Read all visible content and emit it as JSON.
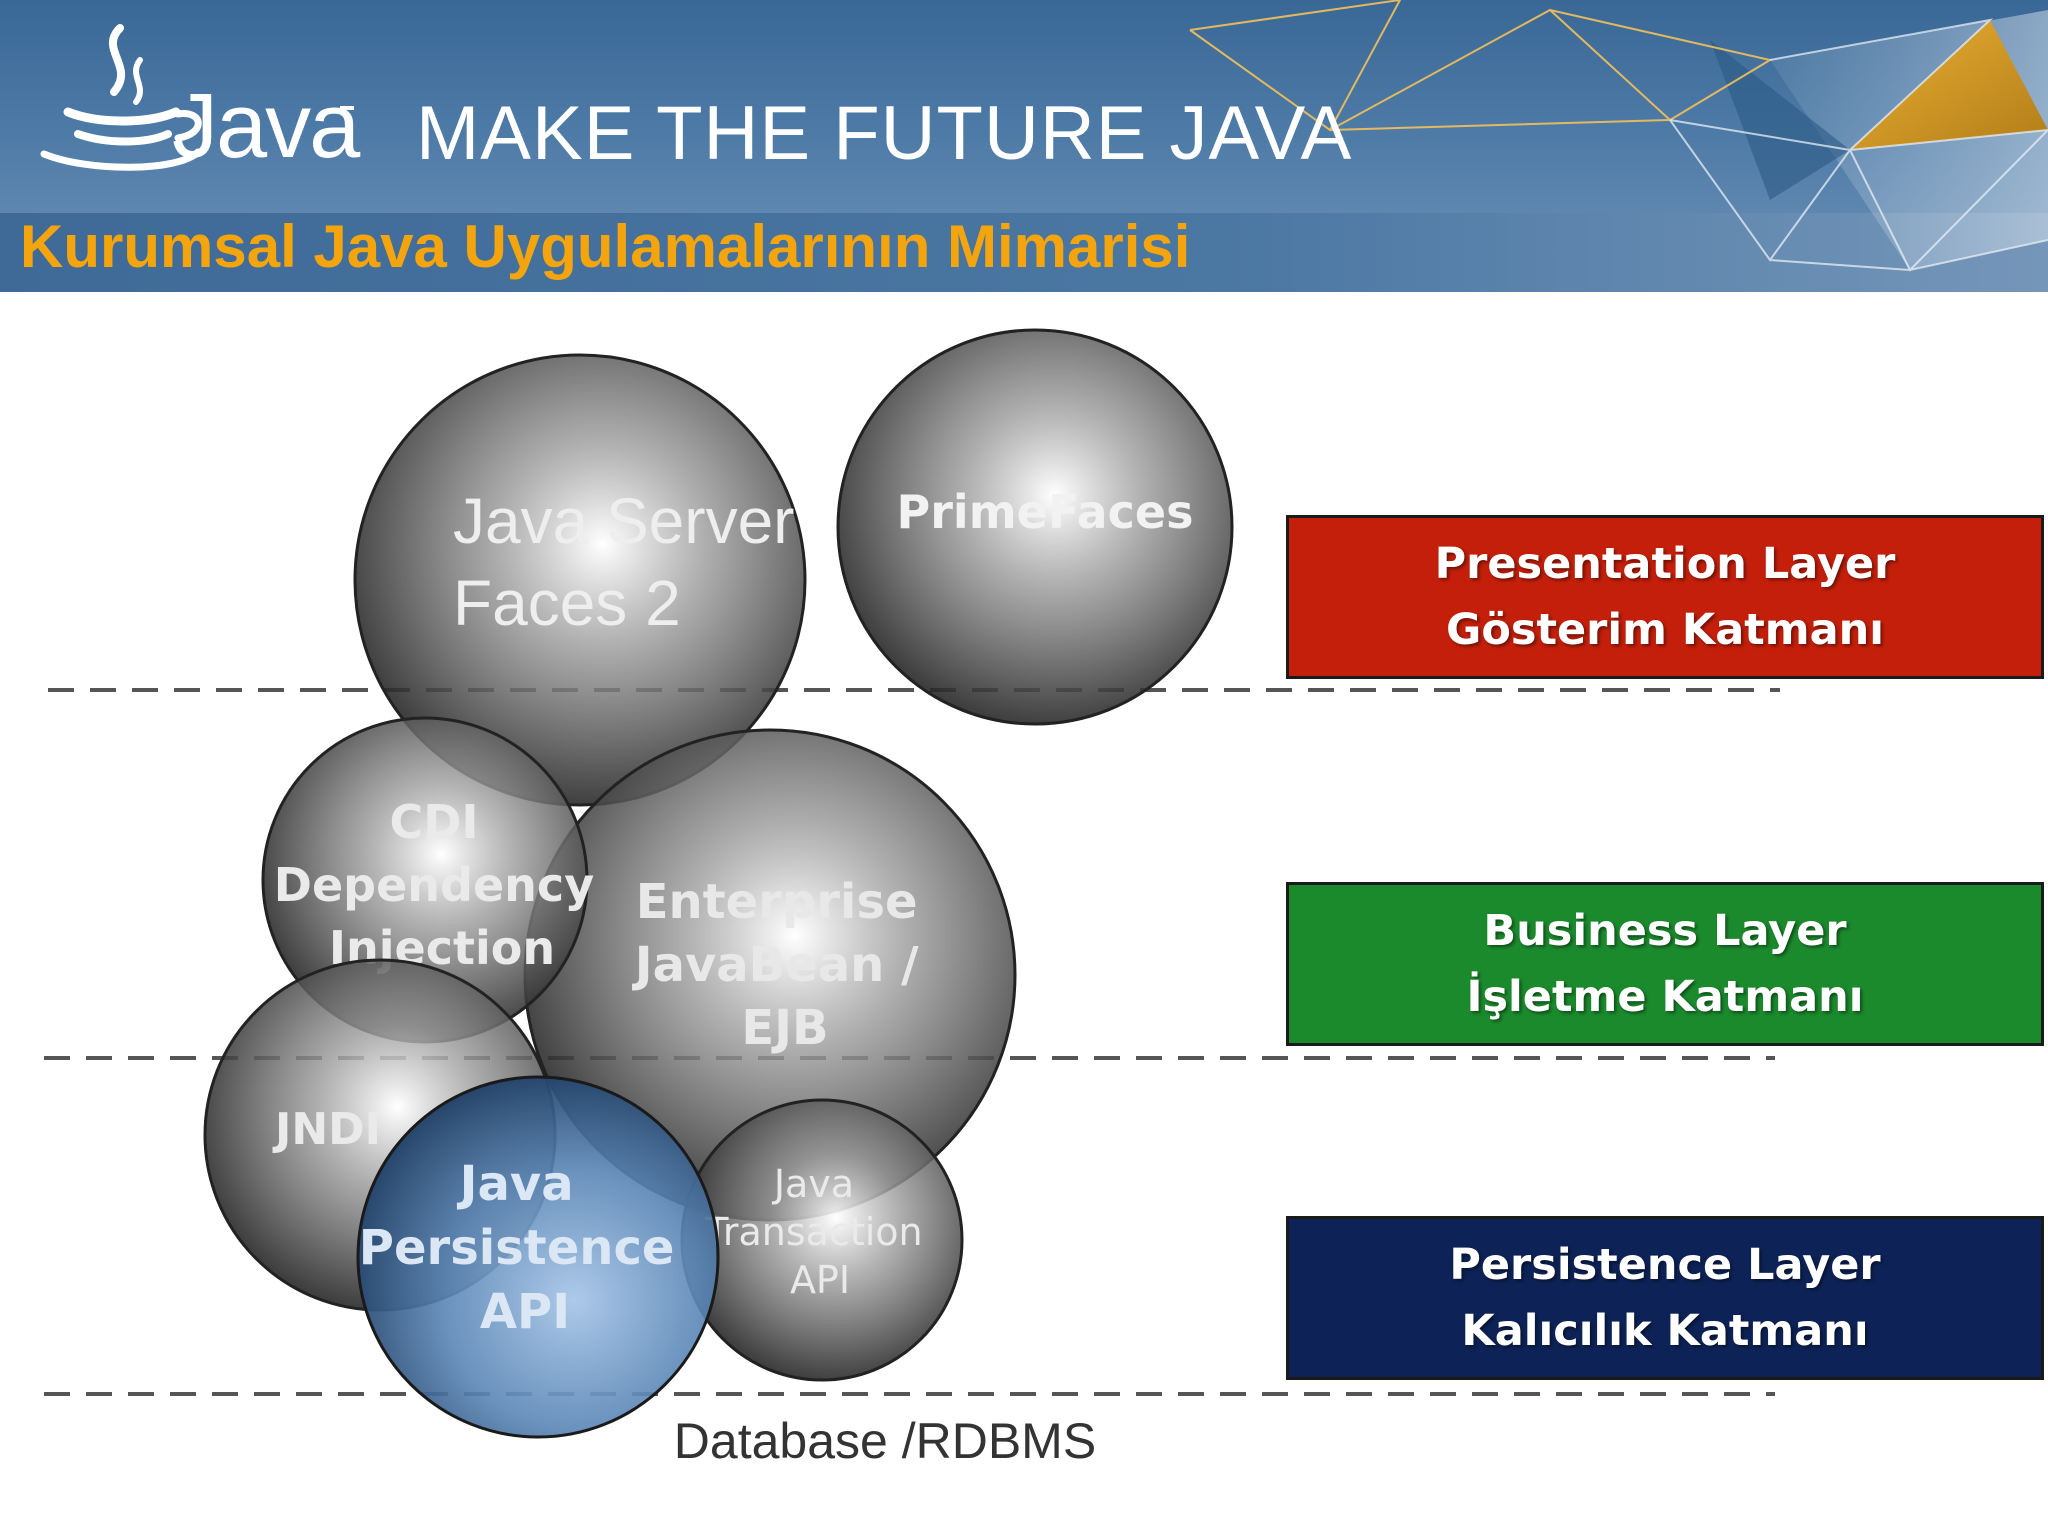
{
  "header": {
    "logo_text": "Java",
    "tagline": "MAKE THE FUTURE JAVA",
    "title": "Kurumsal Java Uygulamalarının Mimarisi"
  },
  "diagram": {
    "circles": [
      {
        "id": "jsf",
        "lines": [
          "Java Server",
          "Faces 2"
        ]
      },
      {
        "id": "primefaces",
        "lines": [
          "PrimeFaces"
        ]
      },
      {
        "id": "cdi",
        "lines": [
          "CDI",
          "Dependency",
          "Injection"
        ]
      },
      {
        "id": "ejb",
        "lines": [
          "Enterprise",
          "JavaBean /",
          "EJB"
        ]
      },
      {
        "id": "jndi",
        "lines": [
          "JNDI"
        ]
      },
      {
        "id": "jta",
        "lines": [
          "Java",
          "Transaction",
          "API"
        ]
      },
      {
        "id": "jpa",
        "lines": [
          "Java",
          "Persistence",
          "API"
        ]
      }
    ],
    "database_label": "Database /RDBMS"
  },
  "layers": [
    {
      "id": "presentation",
      "line1": "Presentation Layer",
      "line2": "Gösterim Katmanı",
      "color": "#c41f0b"
    },
    {
      "id": "business",
      "line1": "Business Layer",
      "line2": "İşletme Katmanı",
      "color": "#1b8a2d"
    },
    {
      "id": "persistence",
      "line1": "Persistence Layer",
      "line2": "Kalıcılık Katmanı",
      "color": "#0d2357"
    }
  ],
  "colors": {
    "title": "#f4a50d",
    "banner": "#4d7aa6",
    "sphere": "#6f6f6f",
    "jpa_sphere": "#3b6a9b"
  }
}
